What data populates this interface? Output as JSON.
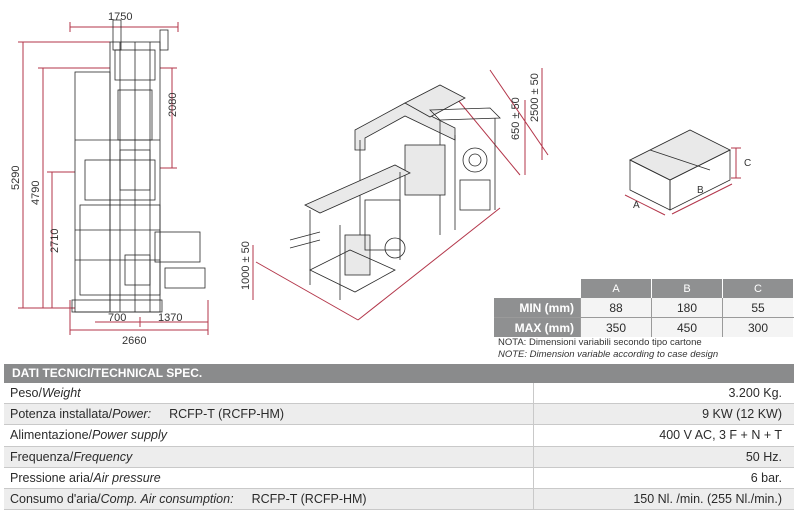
{
  "drawing_dimensions": {
    "plan_width": "1750",
    "height_total": "5290",
    "height_mid": "4790",
    "height_lower": "2710",
    "height_upper": "2080",
    "base_left": "700",
    "base_right": "1370",
    "base_total": "2660",
    "iso_height_1": "650 ± 50",
    "iso_height_2": "2500 ± 50",
    "iso_height_3": "1000 ± 50"
  },
  "box_labels": {
    "a": "A",
    "b": "B",
    "c": "C"
  },
  "dimension_table": {
    "headers": [
      "A",
      "B",
      "C"
    ],
    "rows": [
      {
        "label": "MIN (mm)",
        "values": [
          "88",
          "180",
          "55"
        ]
      },
      {
        "label": "MAX (mm)",
        "values": [
          "350",
          "450",
          "300"
        ]
      }
    ]
  },
  "notes": {
    "italian": "NOTA: Dimensioni variabili secondo tipo cartone",
    "english": "NOTE: Dimension variable according to case design"
  },
  "spec_title": "DATI TECNICI/TECHNICAL SPEC.",
  "specs": [
    {
      "label_it": "Peso/",
      "label_en": "Weight",
      "extra": "",
      "value": "3.200 Kg."
    },
    {
      "label_it": "Potenza installata/",
      "label_en": "Power:",
      "extra": "RCFP-T (RCFP-HM)",
      "value": "9 KW (12 KW)"
    },
    {
      "label_it": "Alimentazione/",
      "label_en": "Power supply",
      "extra": "",
      "value": "400 V AC, 3 F + N + T"
    },
    {
      "label_it": "Frequenza/",
      "label_en": "Frequency",
      "extra": "",
      "value": "50 Hz."
    },
    {
      "label_it": "Pressione aria/",
      "label_en": "Air pressure",
      "extra": "",
      "value": "6 bar."
    },
    {
      "label_it": "Consumo d'aria/",
      "label_en": "Comp. Air consumption:",
      "extra": "RCFP-T (RCFP-HM)",
      "value": "150 Nl. /min.  (255 Nl./min.)"
    }
  ],
  "colors": {
    "header_gray": "#8f9091",
    "dimension_red": "#b3364a",
    "row_alt": "#ededed"
  }
}
